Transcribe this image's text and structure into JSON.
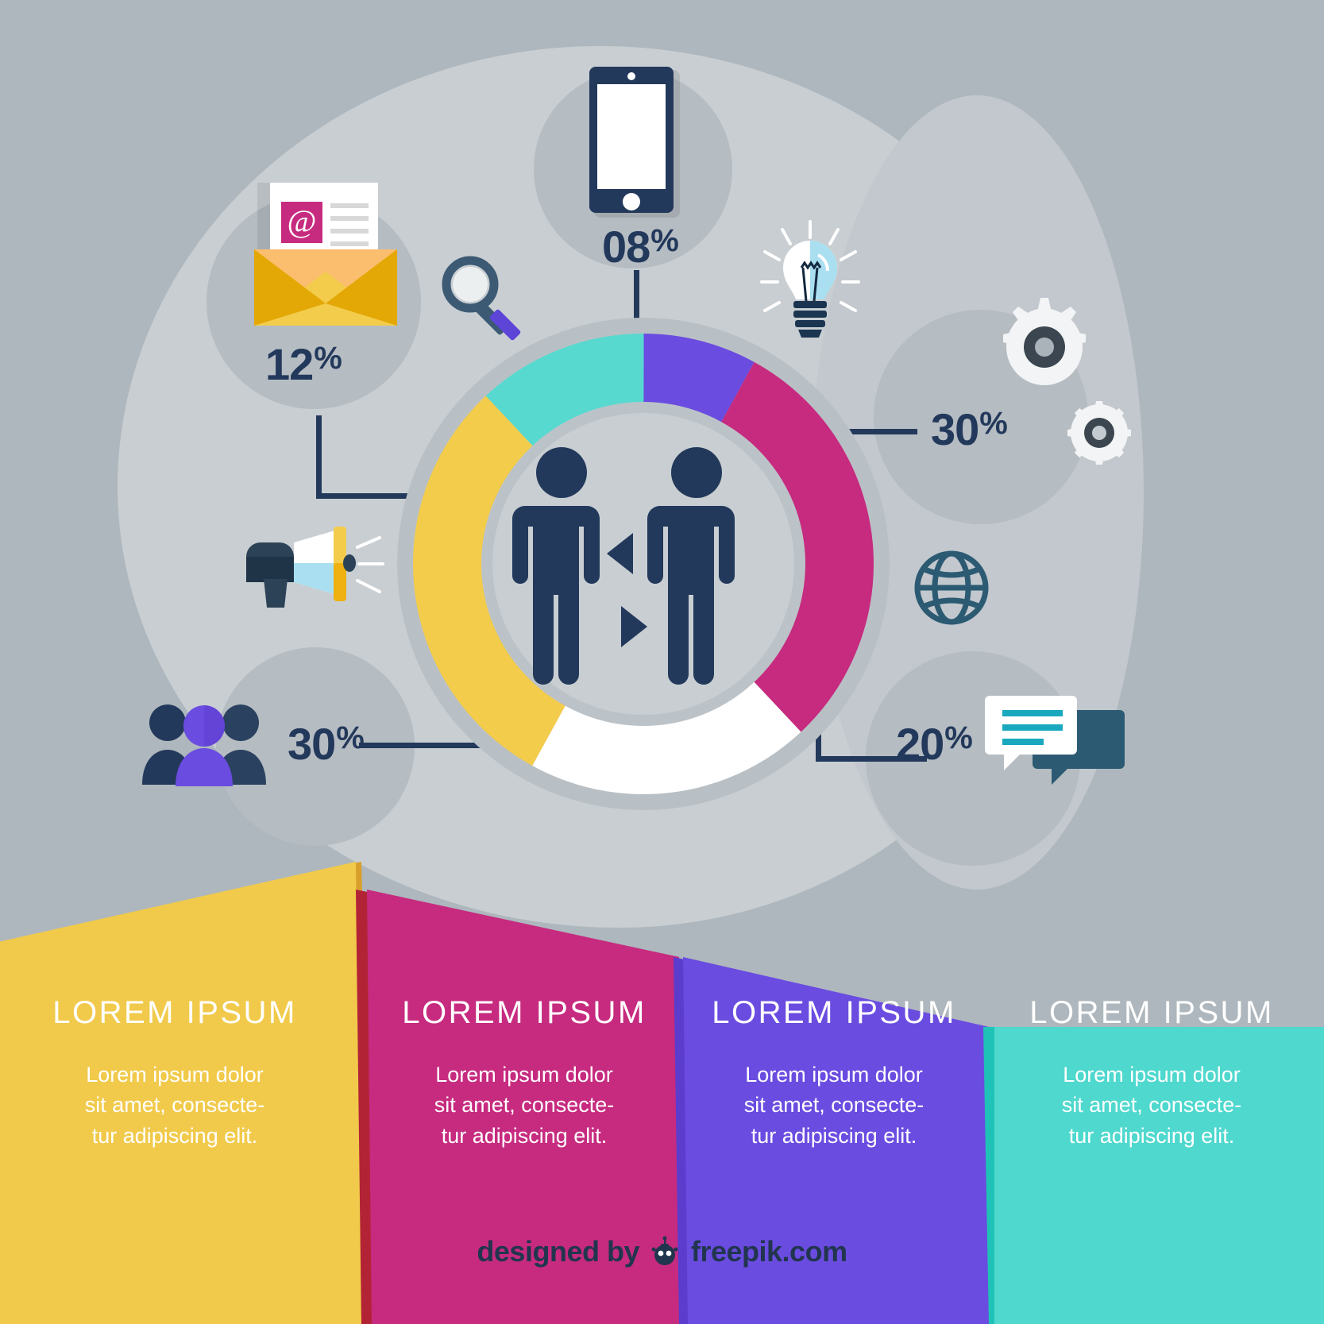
{
  "meta": {
    "background_color": "#aeb7bd",
    "ink_color": "#23395b"
  },
  "chart_data": {
    "type": "pie",
    "title": "",
    "subtitle": "",
    "legend_position": "around-chart",
    "grid": false,
    "categories": [
      "Mobile",
      "Gears / Settings",
      "Chat",
      "People",
      "Email"
    ],
    "values": [
      8,
      30,
      20,
      30,
      12
    ],
    "labels": [
      "08%",
      "30%",
      "20%",
      "30%",
      "12%"
    ],
    "colors": [
      "#6a4ce0",
      "#c62b7f",
      "#ffffff",
      "#f3cc4c",
      "#57d9cf"
    ],
    "annotations": [
      {
        "label": "08%",
        "icon": "smartphone-icon",
        "position": "top"
      },
      {
        "label": "30%",
        "icon": "gears-icon",
        "position": "right"
      },
      {
        "label": "20%",
        "icon": "chat-bubbles-icon",
        "position": "bottom-right"
      },
      {
        "label": "30%",
        "icon": "people-group-icon",
        "position": "bottom-left"
      },
      {
        "label": "12%",
        "icon": "email-envelope-icon",
        "position": "left"
      }
    ]
  },
  "center": {
    "icon_left": "person-icon",
    "icon_right": "person-icon",
    "icon_middle_up": "triangle-left-icon",
    "icon_middle_down": "triangle-right-icon"
  },
  "callouts": [
    {
      "id": "mobile",
      "value": "08",
      "symbol": "%",
      "icon": "smartphone-icon"
    },
    {
      "id": "email",
      "value": "12",
      "symbol": "%",
      "icon": "email-envelope-icon"
    },
    {
      "id": "gears",
      "value": "30",
      "symbol": "%",
      "icon": "gears-icon"
    },
    {
      "id": "people",
      "value": "30",
      "symbol": "%",
      "icon": "people-group-icon"
    },
    {
      "id": "chat",
      "value": "20",
      "symbol": "%",
      "icon": "chat-bubbles-icon"
    }
  ],
  "decor_icons": [
    {
      "name": "magnifier-icon"
    },
    {
      "name": "lightbulb-icon"
    },
    {
      "name": "megaphone-icon"
    },
    {
      "name": "globe-icon"
    }
  ],
  "panels": [
    {
      "title": "LOREM IPSUM",
      "body": "Lorem ipsum dolor\nsit amet, consecte-\ntur adipiscing elit.",
      "color": "#f1ca4b",
      "shadow": "#d99f2b"
    },
    {
      "title": "LOREM IPSUM",
      "body": "Lorem ipsum dolor\nsit amet, consecte-\ntur adipiscing elit.",
      "color": "#c62b7f",
      "shadow": "#b32336"
    },
    {
      "title": "LOREM IPSUM",
      "body": "Lorem ipsum dolor\nsit amet, consecte-\ntur adipiscing elit.",
      "color": "#6a4ce0",
      "shadow": "#5b3ccd"
    },
    {
      "title": "LOREM IPSUM",
      "body": "Lorem ipsum dolor\nsit amet, consecte-\ntur adipiscing elit.",
      "color": "#4fd8ce",
      "shadow": "#1fc2b6"
    }
  ],
  "footer": {
    "prefix": "designed by",
    "icon": "freepik-logo-icon",
    "suffix": "freepik.com"
  }
}
